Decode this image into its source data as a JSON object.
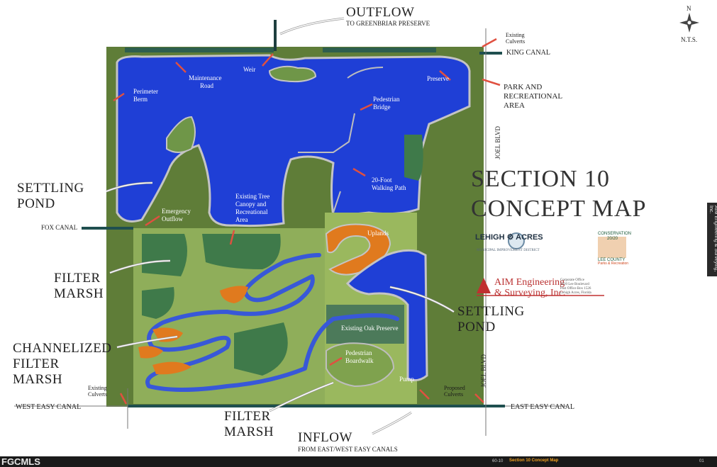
{
  "map": {
    "title_line1": "SECTION 10",
    "title_line2": "CONCEPT MAP",
    "scale_note": "N.T.S.",
    "compass_label": "N",
    "colors": {
      "water": "#1f3fd6",
      "marsh": "#8fae5a",
      "tree_canopy": "#3f7a4a",
      "uplands": "#e07a1e",
      "boundary": "#4a6a2a",
      "canal": "#1f3f3f"
    },
    "callouts": {
      "outflow": "OUTFLOW",
      "outflow_sub": "TO GREENBRIAR PRESERVE",
      "inflow": "INFLOW",
      "inflow_sub": "FROM EAST/WEST EASY CANALS",
      "settling_pond_left_1": "SETTLING",
      "settling_pond_left_2": "POND",
      "settling_pond_right_1": "SETTLING",
      "settling_pond_right_2": "POND",
      "filter_marsh_top_1": "FILTER",
      "filter_marsh_top_2": "MARSH",
      "filter_marsh_bottom_1": "FILTER",
      "filter_marsh_bottom_2": "MARSH",
      "channelized_1": "CHANNELIZED",
      "channelized_2": "FILTER",
      "channelized_3": "MARSH",
      "park_1": "PARK AND",
      "park_2": "RECREATIONAL",
      "park_3": "AREA"
    },
    "canals": {
      "king": "KING CANAL",
      "fox": "FOX CANAL",
      "west_easy": "WEST EASY CANAL",
      "east_easy": "EAST EASY CANAL",
      "joel_top": "JOEL BLVD",
      "joel_bottom": "JOEL BLVD"
    },
    "labels": {
      "existing_culverts_top_1": "Existing",
      "existing_culverts_top_2": "Culverts",
      "existing_culverts_left_1": "Existing",
      "existing_culverts_left_2": "Culverts",
      "proposed_culverts_1": "Proposed",
      "proposed_culverts_2": "Culverts",
      "maintenance_road_1": "Maintenance",
      "maintenance_road_2": "Road",
      "weir": "Weir",
      "perimeter_berm_1": "Perimeter",
      "perimeter_berm_2": "Berm",
      "preserve": "Preserve",
      "pedestrian_bridge_1": "Pedestrian",
      "pedestrian_bridge_2": "Bridge",
      "walking_path_1": "20-Foot",
      "walking_path_2": "Walking Path",
      "emergency_outflow_1": "Emergency",
      "emergency_outflow_2": "Outflow",
      "tree_canopy_1": "Existing Tree",
      "tree_canopy_2": "Canopy and",
      "tree_canopy_3": "Recreational",
      "tree_canopy_4": "Area",
      "uplands": "Uplands",
      "oak_preserve": "Existing Oak Preserve",
      "boardwalk_1": "Pedestrian",
      "boardwalk_2": "Boardwalk",
      "pump": "Pump"
    },
    "logos": {
      "lehigh": "LEHIGH ⚙ ACRES",
      "lehigh_sub": "MUNICIPAL IMPROVEMENT DISTRICT",
      "aim_1": "AIM Engineering",
      "aim_2": "& Surveying, Inc.",
      "aim_addr_1": "Corporate Office",
      "aim_addr_2": "5020 Lee Boulevard",
      "aim_addr_3": "Post Office Box 1526",
      "aim_addr_4": "Lehigh Acres, Florida",
      "cons_1": "CONSERVATION",
      "cons_2": "20/20",
      "cons_3": "LEE COUNTY",
      "cons_4": "Parks & Recreation"
    },
    "sidetab": "AIM Engineering & Surveying, Inc.",
    "footer": {
      "brand": "FGCMLS",
      "page": "60-10",
      "caption": "Section 10 Concept Map",
      "num": "01"
    }
  }
}
